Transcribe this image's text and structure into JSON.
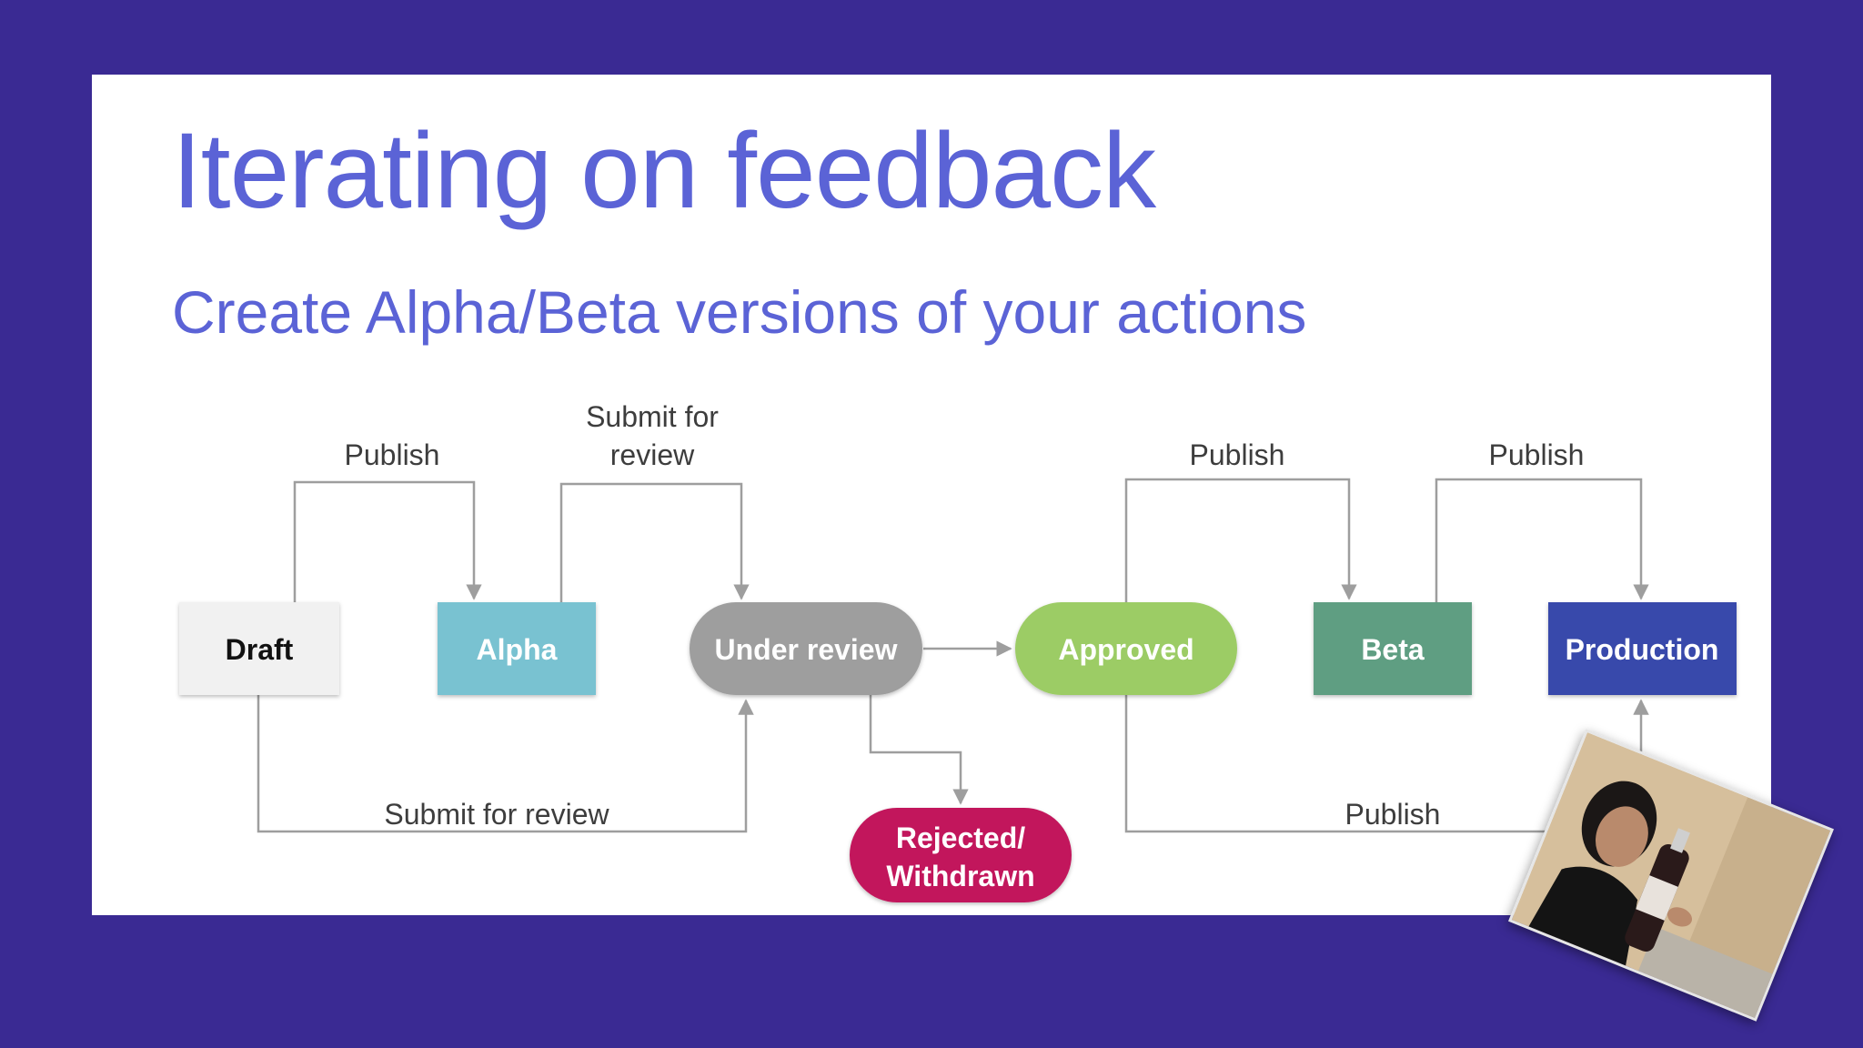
{
  "slide": {
    "title": "Iterating on feedback",
    "subtitle": "Create Alpha/Beta versions of your actions"
  },
  "diagram": {
    "nodes": {
      "draft": {
        "label": "Draft",
        "color": "#f1f1f1",
        "text_color": "#111111"
      },
      "alpha": {
        "label": "Alpha",
        "color": "#79c2d1",
        "text_color": "#ffffff"
      },
      "under_review": {
        "label": "Under review",
        "color": "#9e9e9e",
        "text_color": "#ffffff"
      },
      "approved": {
        "label": "Approved",
        "color": "#9ccc65",
        "text_color": "#ffffff"
      },
      "beta": {
        "label": "Beta",
        "color": "#5e9e82",
        "text_color": "#ffffff"
      },
      "production": {
        "label": "Production",
        "color": "#3949ab",
        "text_color": "#ffffff"
      },
      "rejected": {
        "label_line1": "Rejected/",
        "label_line2": "Withdrawn",
        "color": "#c2185b",
        "text_color": "#ffffff"
      }
    },
    "edges": {
      "draft_alpha": "Publish",
      "alpha_review_line1": "Submit for",
      "alpha_review_line2": "review",
      "approved_beta": "Publish",
      "beta_production": "Publish",
      "draft_review": "Submit for review",
      "approved_production": "Publish"
    }
  },
  "webcam": {
    "icon": "webcam-video-overlay"
  }
}
